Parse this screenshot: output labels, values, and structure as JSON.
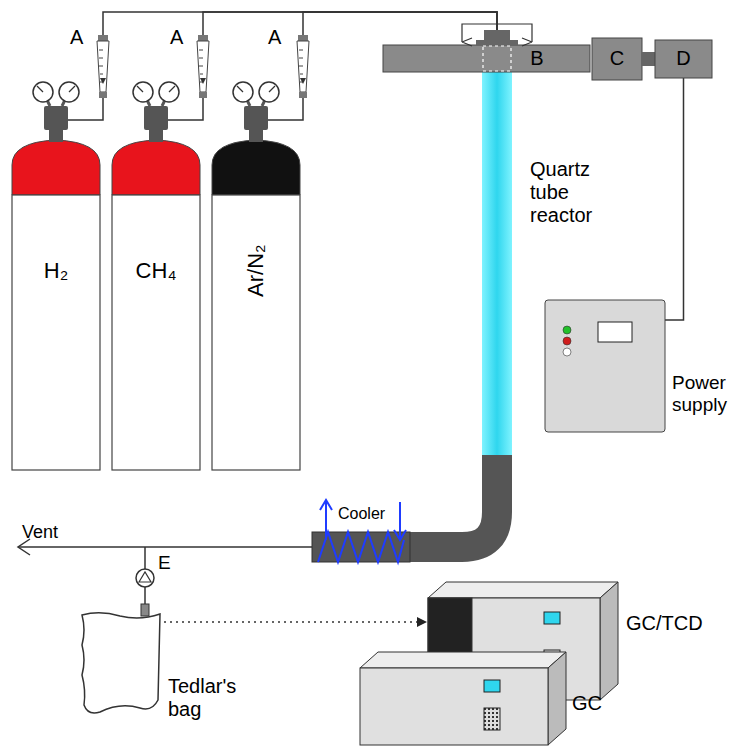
{
  "diagram": {
    "nodes": [
      {
        "text": [
          "H₂"
        ]
      },
      {
        "text": [
          "CH₄"
        ]
      },
      {
        "text": [
          "Ar/N₂"
        ]
      },
      {
        "text": [
          "B"
        ]
      },
      {
        "text": [
          "C"
        ]
      },
      {
        "text": [
          "D"
        ]
      },
      {
        "text": [
          "Power supply"
        ]
      },
      {
        "text": [
          "Tedlar's bag"
        ]
      },
      {
        "text": [
          "GC/TCD"
        ]
      },
      {
        "text": [
          "GC"
        ]
      }
    ],
    "edges": [
      {
        "from": 0,
        "to": 3,
        "arrow": "none"
      },
      {
        "from": 1,
        "to": 3,
        "arrow": "none"
      },
      {
        "from": 2,
        "to": 3,
        "arrow": "none"
      },
      {
        "from": 5,
        "to": 6,
        "arrow": "none"
      },
      {
        "from": 7,
        "to": 8,
        "arrow": "to"
      }
    ],
    "labels": [
      "A",
      "A",
      "A",
      "Quartz tube reactor",
      "Cooler",
      "Vent",
      "E"
    ]
  }
}
